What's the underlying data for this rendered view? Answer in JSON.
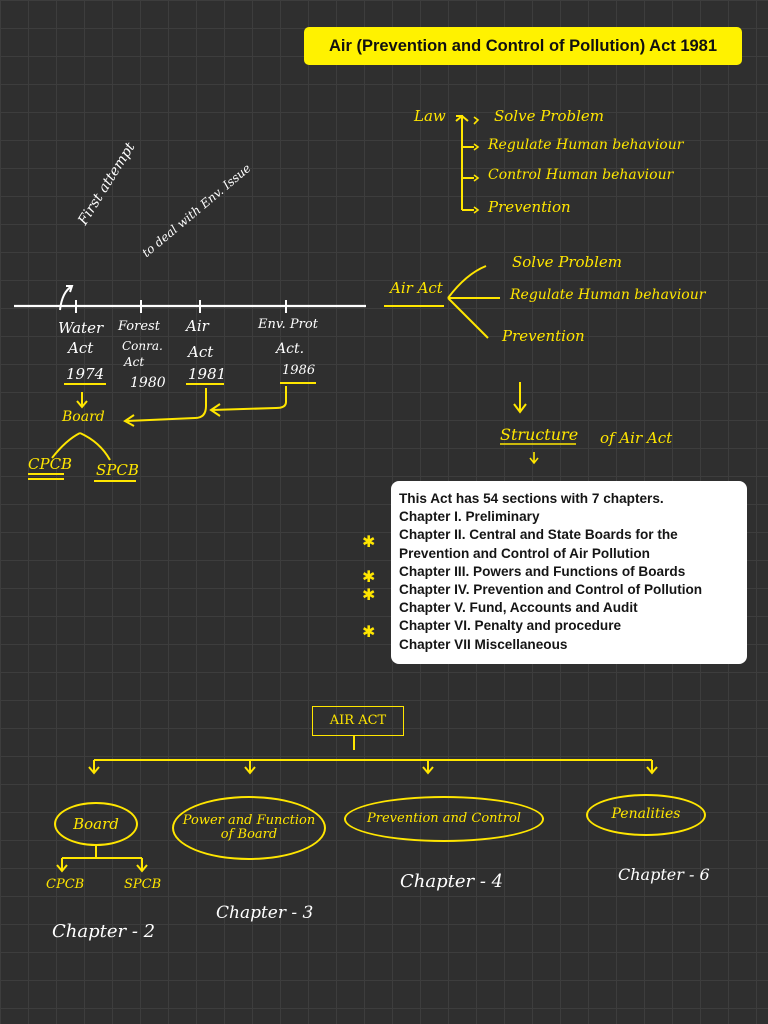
{
  "title": "Air (Prevention and Control of Pollution) Act 1981",
  "timeline": {
    "rotated_note_1": "First attempt",
    "rotated_note_2": "to deal with Env. Issue",
    "events": [
      {
        "name_1": "Water",
        "name_2": "Act",
        "year": "1974"
      },
      {
        "name_1": "Forest",
        "name_2": "Conra.",
        "name_3": "Act",
        "year": "1980"
      },
      {
        "name_1": "Air",
        "name_2": "Act",
        "year": "1981"
      },
      {
        "name_1": "Env. Prot",
        "name_2": "Act.",
        "year": "1986"
      }
    ],
    "board": "Board",
    "cpcb": "CPCB",
    "spcb": "SPCB"
  },
  "law": {
    "label": "Law",
    "items": [
      "Solve Problem",
      "Regulate Human behaviour",
      "Control Human behaviour",
      "Prevention"
    ]
  },
  "air_act": {
    "label": "Air Act",
    "items": [
      "Solve Problem",
      "Regulate Human behaviour",
      "Prevention"
    ],
    "structure_label": "Structure",
    "structure_suffix": "of Air Act"
  },
  "info_card": {
    "lines": [
      "This Act has 54 sections with 7 chapters.",
      "Chapter I. Preliminary",
      "Chapter II. Central and State Boards for the",
      "Prevention and Control of Air Pollution",
      "Chapter III. Powers and Functions of Boards",
      "Chapter IV. Prevention and Control of Pollution",
      "Chapter V. Fund, Accounts and Audit",
      "Chapter VI. Penalty and procedure",
      "Chapter VII Miscellaneous"
    ]
  },
  "tree": {
    "root": "AIR ACT",
    "nodes": [
      {
        "label": "Board",
        "chapter": "Chapter - 2",
        "children": [
          "CPCB",
          "SPCB"
        ]
      },
      {
        "label_1": "Power and Function",
        "label_2": "of Board",
        "chapter": "Chapter - 3"
      },
      {
        "label": "Prevention and Control",
        "chapter": "Chapter - 4"
      },
      {
        "label": "Penalities",
        "chapter": "Chapter - 6"
      }
    ]
  },
  "colors": {
    "accent": "#ffe600",
    "background": "#2f2f2f",
    "title_bg": "#fff200",
    "underline": "#e02020"
  }
}
